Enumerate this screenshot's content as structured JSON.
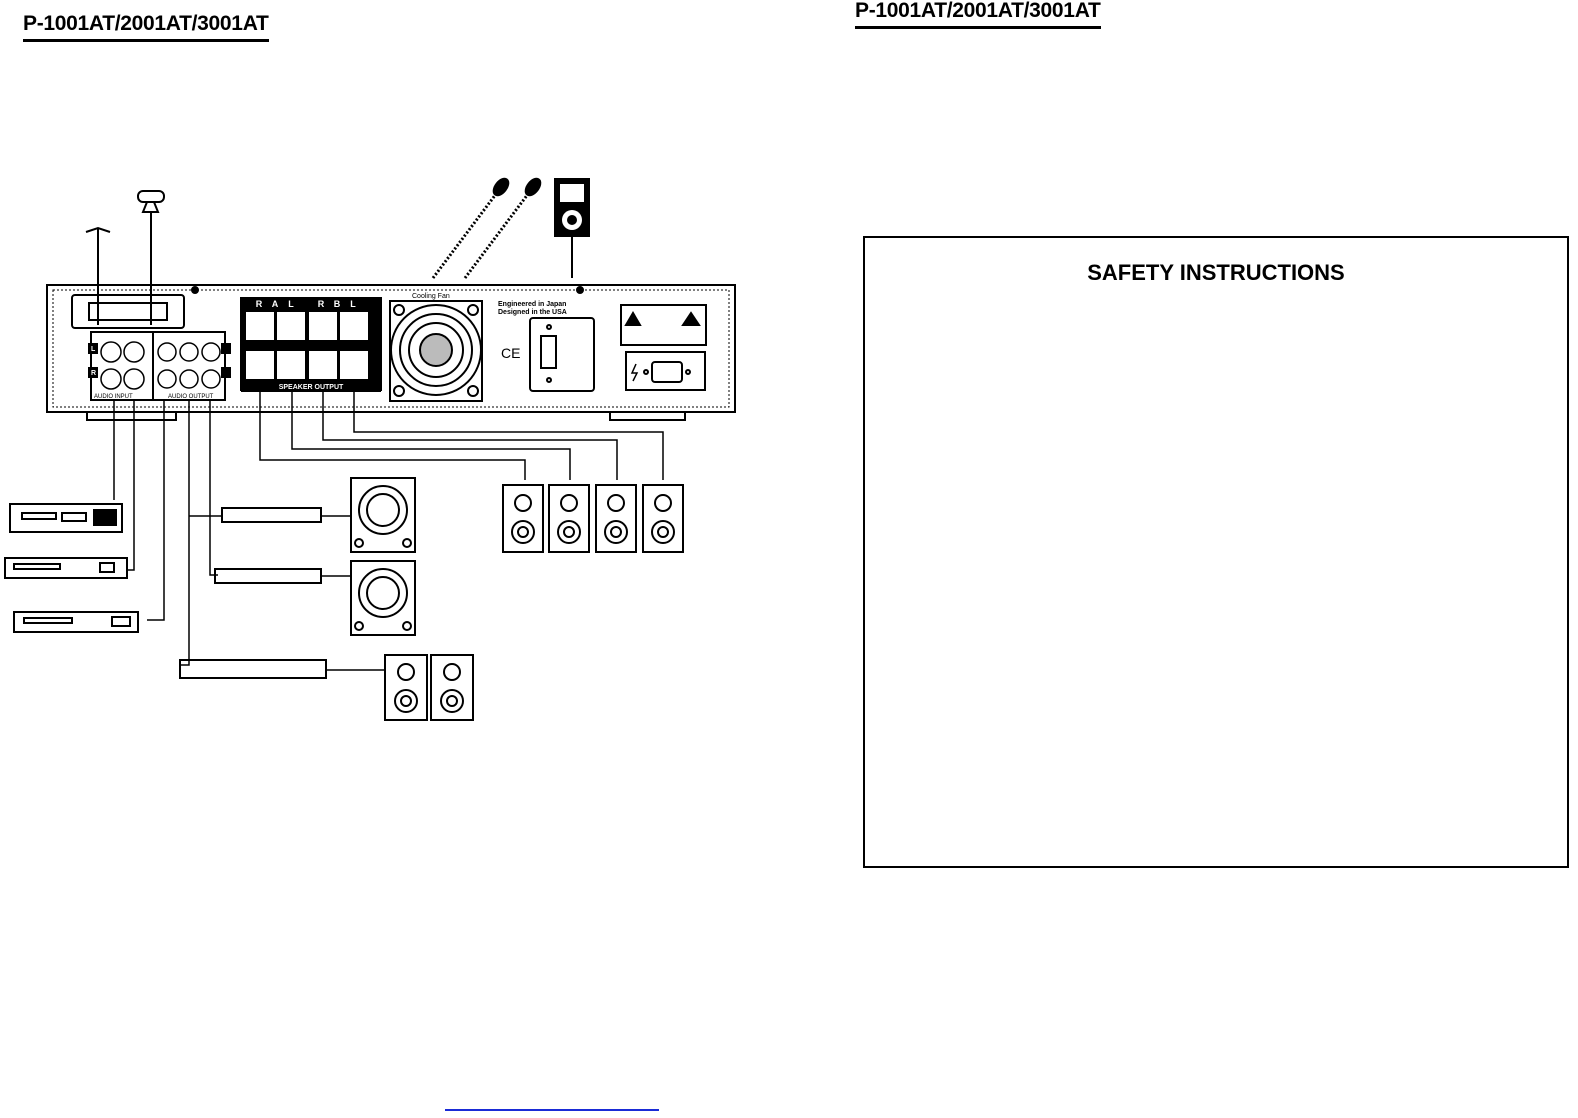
{
  "left_page": {
    "model_header": "P-1001AT/2001AT/3001AT"
  },
  "right_page": {
    "model_header": "P-1001AT/2001AT/3001AT"
  },
  "diagram": {
    "channel_labels": [
      "R",
      "A",
      "L",
      "R",
      "B",
      "L"
    ],
    "speaker_output_label": "SPEAKER OUTPUT",
    "cooling_fan_label": "Cooling Fan",
    "engineered_label": "Engineered in Japan",
    "designed_label": "Designed in the USA",
    "ce_mark": "CE",
    "audio_input_label": "AUDIO INPUT",
    "audio_output_label": "AUDIO OUTPUT",
    "side_left_label": "L",
    "side_right_label": "R"
  },
  "safety": {
    "title": "SAFETY INSTRUCTIONS"
  }
}
